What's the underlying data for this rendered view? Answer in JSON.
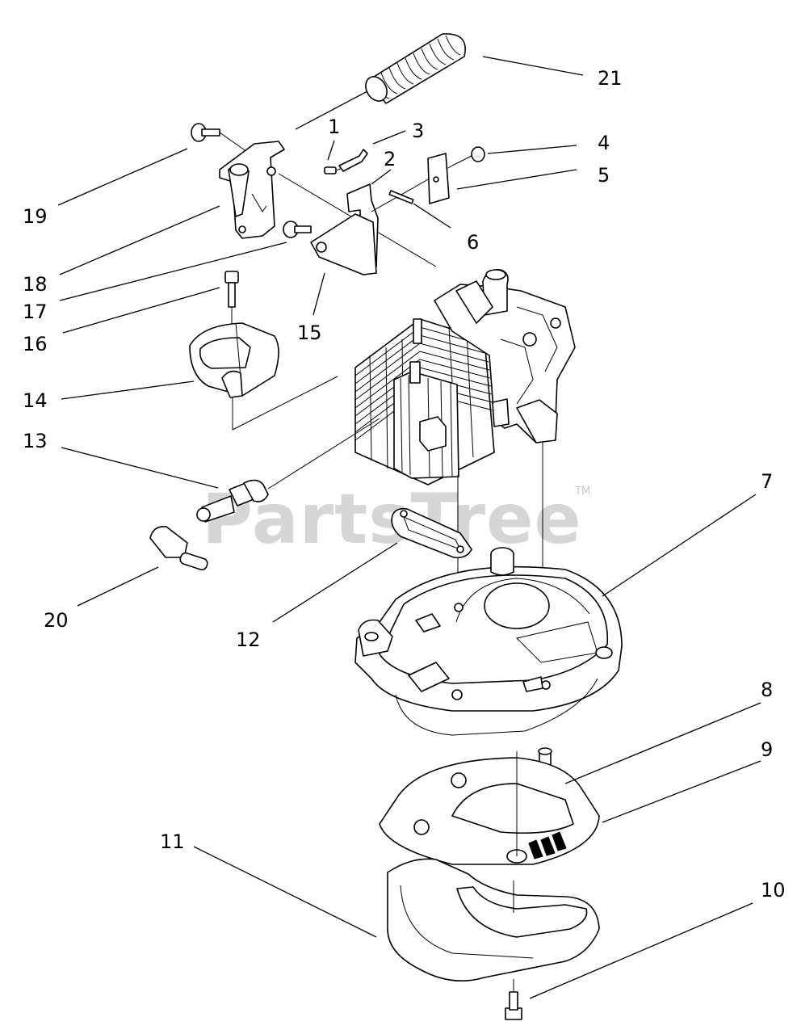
{
  "diagram": {
    "watermark": "PartsTree",
    "trademark": "TM",
    "callouts": [
      {
        "id": "1",
        "label": "1"
      },
      {
        "id": "2",
        "label": "2"
      },
      {
        "id": "3",
        "label": "3"
      },
      {
        "id": "4",
        "label": "4"
      },
      {
        "id": "5",
        "label": "5"
      },
      {
        "id": "6",
        "label": "6"
      },
      {
        "id": "7",
        "label": "7"
      },
      {
        "id": "8",
        "label": "8"
      },
      {
        "id": "9",
        "label": "9"
      },
      {
        "id": "10",
        "label": "10"
      },
      {
        "id": "11",
        "label": "11"
      },
      {
        "id": "12",
        "label": "12"
      },
      {
        "id": "13",
        "label": "13"
      },
      {
        "id": "14",
        "label": "14"
      },
      {
        "id": "15",
        "label": "15"
      },
      {
        "id": "16",
        "label": "16"
      },
      {
        "id": "17",
        "label": "17"
      },
      {
        "id": "18",
        "label": "18"
      },
      {
        "id": "19",
        "label": "19"
      },
      {
        "id": "20",
        "label": "20"
      },
      {
        "id": "21",
        "label": "21"
      }
    ]
  }
}
